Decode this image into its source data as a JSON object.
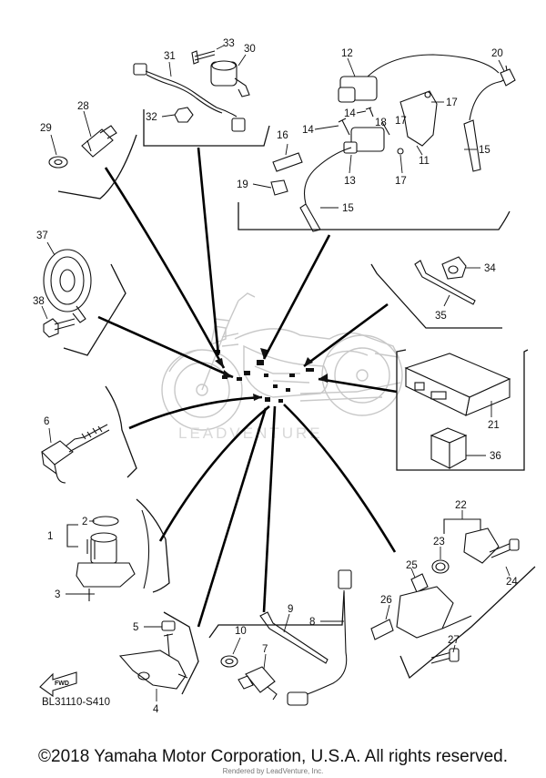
{
  "diagram_code": "BL31110-S410",
  "fwd_label": "FWD",
  "watermark": "LEADVENTURE",
  "copyright": "©2018 Yamaha Motor Corporation, U.S.A. All rights reserved.",
  "rendered_by": "Rendered by LeadVenture, Inc.",
  "callouts": [
    "33",
    "30",
    "31",
    "32",
    "12",
    "20",
    "17",
    "14",
    "18",
    "17",
    "16",
    "15",
    "11",
    "14",
    "13",
    "17",
    "19",
    "15",
    "28",
    "29",
    "34",
    "35",
    "37",
    "38",
    "21",
    "36",
    "6",
    "2",
    "1",
    "3",
    "22",
    "23",
    "24",
    "25",
    "26",
    "27",
    "5",
    "4",
    "9",
    "8",
    "10",
    "7"
  ]
}
